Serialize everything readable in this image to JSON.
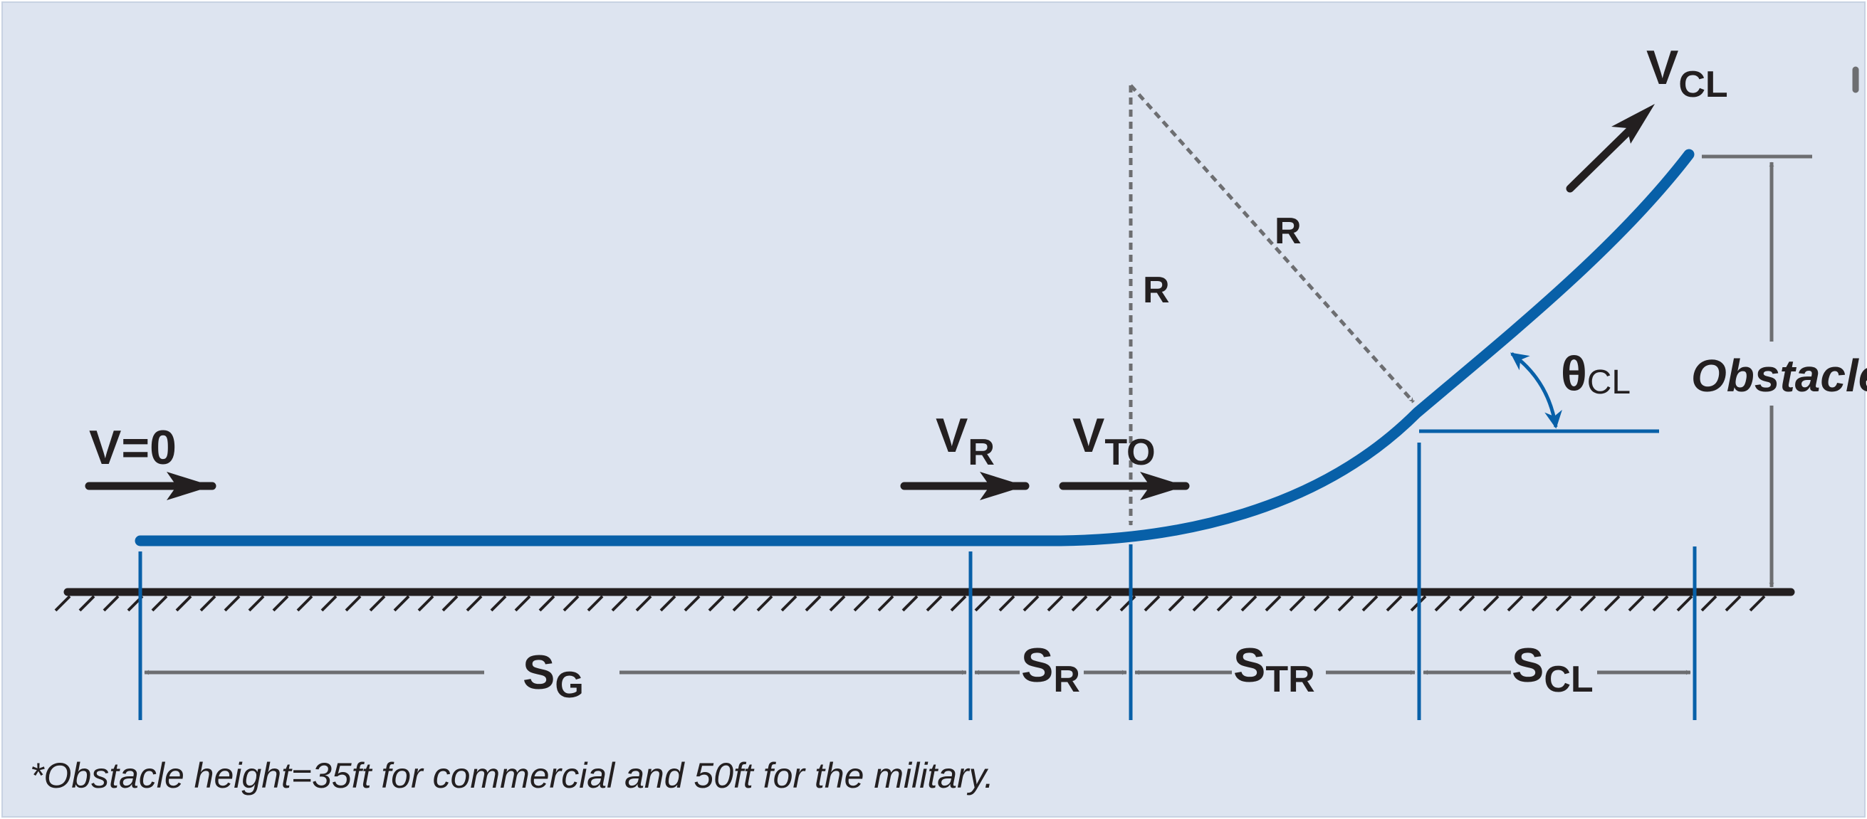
{
  "colors": {
    "background": "#dde4f0",
    "path": "#0860a8",
    "ground": "#231f20",
    "dimension": "#6d6e71",
    "text": "#231f20"
  },
  "labels": {
    "v_zero": "V=0",
    "v_r_main": "V",
    "v_r_sub": "R",
    "v_to_main": "V",
    "v_to_sub": "TO",
    "v_cl_main": "V",
    "v_cl_sub": "CL",
    "radius_vertical": "R",
    "radius_diagonal": "R",
    "theta_main": "θ",
    "theta_sub": "CL",
    "obstacle": "Obstacle",
    "s_g_main": "S",
    "s_g_sub": "G",
    "s_r_main": "S",
    "s_r_sub": "R",
    "s_tr_main": "S",
    "s_tr_sub": "TR",
    "s_cl_main": "S",
    "s_cl_sub": "CL"
  },
  "footnote": "*Obstacle height=35ft for commercial and 50ft for the military."
}
